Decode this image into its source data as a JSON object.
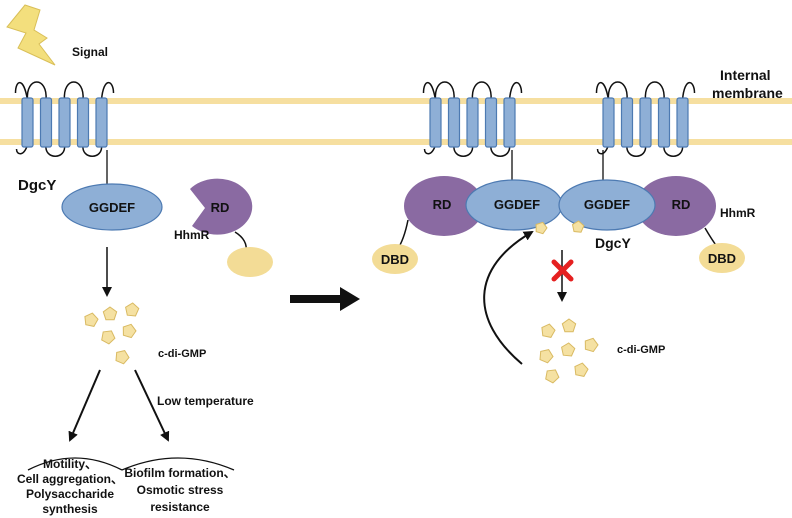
{
  "labels": {
    "signal": "Signal",
    "internal_membrane_1": "Internal",
    "internal_membrane_2": "membrane",
    "dgcy_left": "DgcY",
    "ggdef_left": "GGDEF",
    "rd_left": "RD",
    "hhmr_left": "HhmR",
    "cdigmp_left": "c-di-GMP",
    "low_temperature": "Low temperature",
    "outcome_left_1": "Motility、",
    "outcome_left_2": "Cell aggregation、",
    "outcome_left_3": "Polysaccharide",
    "outcome_left_4": "synthesis",
    "outcome_right_1": "Biofilm formation、",
    "outcome_right_2": "Osmotic stress",
    "outcome_right_3": "resistance",
    "rd_right_a": "RD",
    "ggdef_right_a": "GGDEF",
    "ggdef_right_b": "GGDEF",
    "rd_right_b": "RD",
    "hhmr_right": "HhmR",
    "dgcy_right": "DgcY",
    "dbd_a": "DBD",
    "dbd_b": "DBD",
    "cdigmp_right": "c-di-GMP"
  },
  "colors": {
    "membrane": "#f6dfa0",
    "helix_fill": "#8eafd6",
    "helix_stroke": "#4d7ab2",
    "ggdef_fill": "#8eafd6",
    "rd_fill": "#8a6aa2",
    "dbd_fill": "#f3dc96",
    "pentagon_fill": "#f5e1a2",
    "pentagon_stroke": "#d9ba62",
    "bolt_fill": "#f3df7d",
    "inhibit_x": "#e52020"
  }
}
